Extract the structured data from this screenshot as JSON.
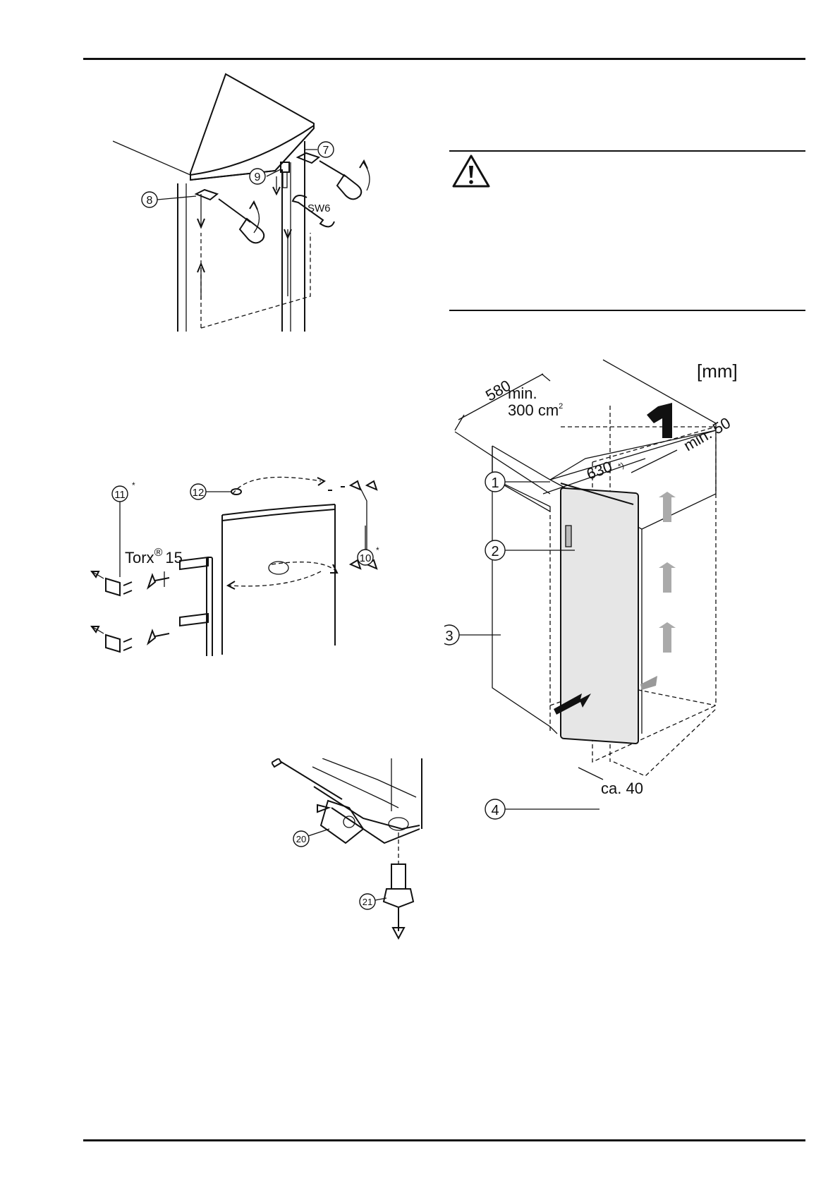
{
  "fig1": {
    "callouts": [
      "7",
      "8",
      "9"
    ],
    "wrench_label": "SW6"
  },
  "warning": {
    "icon": "warning-triangle-icon"
  },
  "fig2": {
    "callouts": [
      "11",
      "12",
      "10"
    ],
    "star_11": "*",
    "star_10": "*",
    "torx_text": "Torx",
    "torx_reg": "®",
    "torx_num": "15"
  },
  "fig3": {
    "callouts": [
      "20",
      "21"
    ]
  },
  "fig4": {
    "unit": "[mm]",
    "depth_dim": "580",
    "vent_line1": "min.",
    "vent_line2": "300 cm",
    "vent_sup": "2",
    "width_dim": "630",
    "width_sup": "*)",
    "gap_dim": "min. 50",
    "bottom_gap": "ca. 40",
    "callouts": [
      "1",
      "2",
      "3",
      "4"
    ]
  }
}
